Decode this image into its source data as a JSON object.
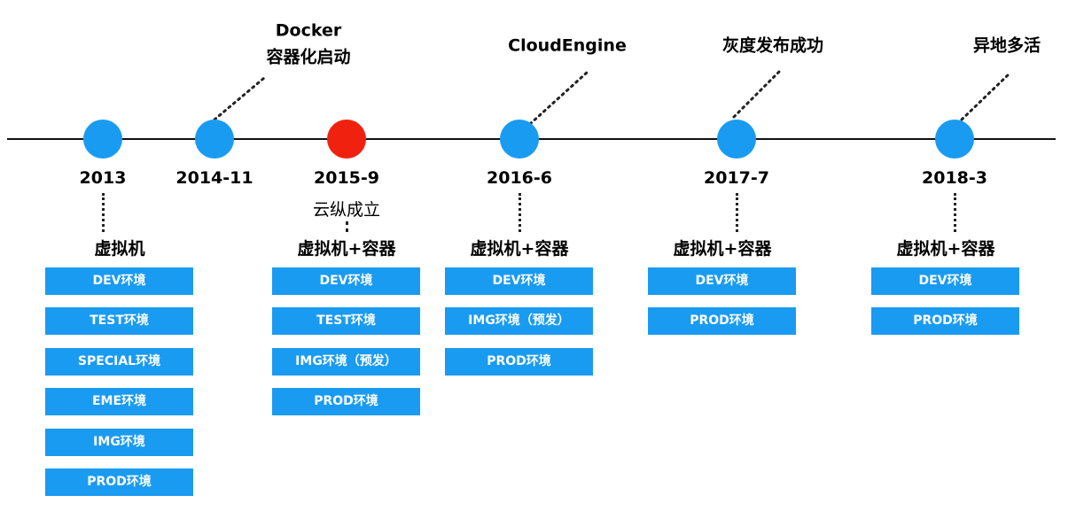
{
  "colors": {
    "node": "#1a9bf2",
    "highlight": "#f0220f",
    "box": "#1a9bf2"
  },
  "milestones": [
    {
      "year": "2013",
      "subtitle": "",
      "event": "",
      "event2": "",
      "highlight": false,
      "env_title": "虚拟机",
      "envs": [
        "DEV环境",
        "TEST环境",
        "SPECIAL环境",
        "EME环境",
        "IMG环境",
        "PROD环境"
      ]
    },
    {
      "year": "2014-11",
      "subtitle": "",
      "event": "Docker",
      "event2": "容器化启动",
      "highlight": false,
      "env_title": "",
      "envs": []
    },
    {
      "year": "2015-9",
      "subtitle": "云纵成立",
      "event": "",
      "event2": "",
      "highlight": true,
      "env_title": "虚拟机+容器",
      "envs": [
        "DEV环境",
        "TEST环境",
        "IMG环境（预发）",
        "PROD环境"
      ]
    },
    {
      "year": "2016-6",
      "subtitle": "",
      "event": "CloudEngine",
      "event2": "",
      "highlight": false,
      "env_title": "虚拟机+容器",
      "envs": [
        "DEV环境",
        "IMG环境（预发）",
        "PROD环境"
      ]
    },
    {
      "year": "2017-7",
      "subtitle": "",
      "event": "灰度发布成功",
      "event2": "",
      "highlight": false,
      "env_title": "虚拟机+容器",
      "envs": [
        "DEV环境",
        "PROD环境"
      ]
    },
    {
      "year": "2018-3",
      "subtitle": "",
      "event": "异地多活",
      "event2": "",
      "highlight": false,
      "env_title": "虚拟机+容器",
      "envs": [
        "DEV环境",
        "PROD环境"
      ]
    }
  ]
}
